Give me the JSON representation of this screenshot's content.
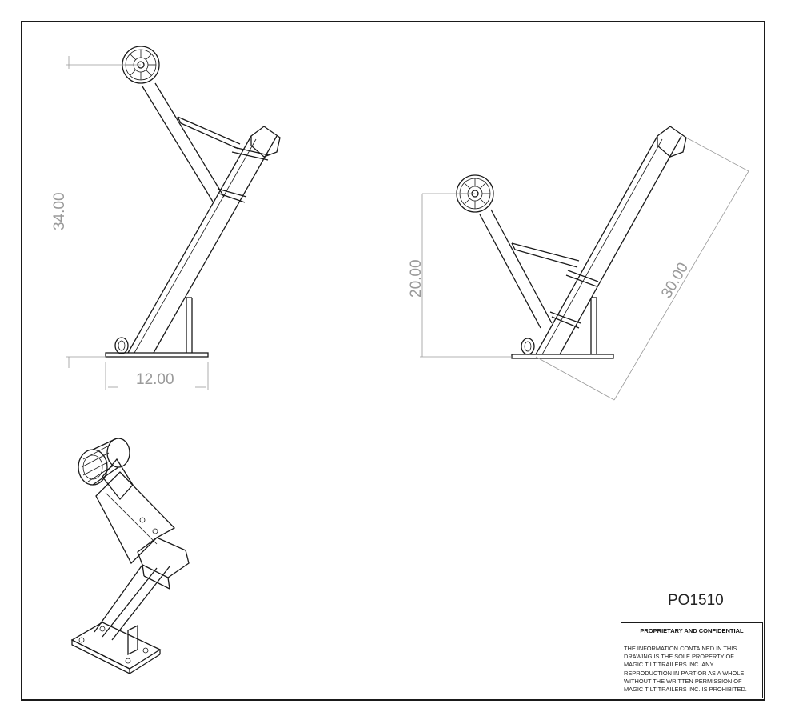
{
  "dimensions": {
    "left_height": "34.00",
    "left_width": "12.00",
    "right_height": "20.00",
    "right_length": "30.00"
  },
  "part_number": "PO1510",
  "title_block": {
    "heading": "PROPRIETARY AND CONFIDENTIAL",
    "lines": [
      "THE INFORMATION CONTAINED IN THIS",
      "DRAWING IS THE SOLE PROPERTY OF",
      "MAGIC TILT TRAILERS INC.  ANY",
      "REPRODUCTION IN PART OR AS A WHOLE",
      "WITHOUT THE WRITTEN PERMISSION OF",
      "MAGIC TILT TRAILERS INC. IS PROHIBITED."
    ]
  }
}
